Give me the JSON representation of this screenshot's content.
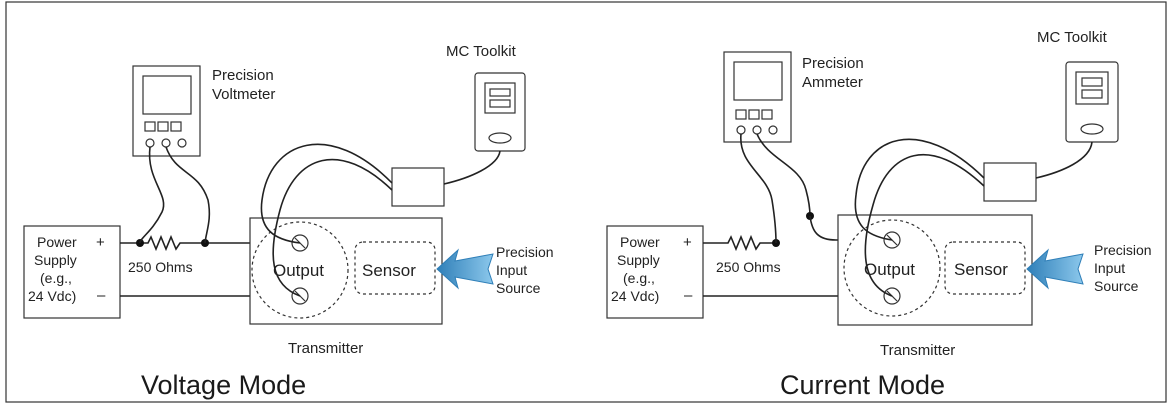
{
  "voltage": {
    "mode_title": "Voltage Mode",
    "meter_label_1": "Precision",
    "meter_label_2": "Voltmeter",
    "toolkit_label": "MC Toolkit",
    "power_1": "Power",
    "power_2": "Supply",
    "power_3": "(e.g.,",
    "power_4": "24 Vdc)",
    "plus": "+",
    "minus": "–",
    "resistor": "250 Ohms",
    "output": "Output",
    "sensor": "Sensor",
    "input_1": "Precision",
    "input_2": "Input",
    "input_3": "Source",
    "transmitter": "Transmitter"
  },
  "current": {
    "mode_title": "Current Mode",
    "meter_label_1": "Precision",
    "meter_label_2": "Ammeter",
    "toolkit_label": "MC Toolkit",
    "power_1": "Power",
    "power_2": "Supply",
    "power_3": "(e.g.,",
    "power_4": "24 Vdc)",
    "plus": "+",
    "minus": "–",
    "resistor": "250 Ohms",
    "output": "Output",
    "sensor": "Sensor",
    "input_1": "Precision",
    "input_2": "Input",
    "input_3": "Source",
    "transmitter": "Transmitter"
  },
  "colors": {
    "arrow_fill": "#5aa8d8",
    "arrow_stroke": "#2f7fb8",
    "line": "#222222"
  }
}
